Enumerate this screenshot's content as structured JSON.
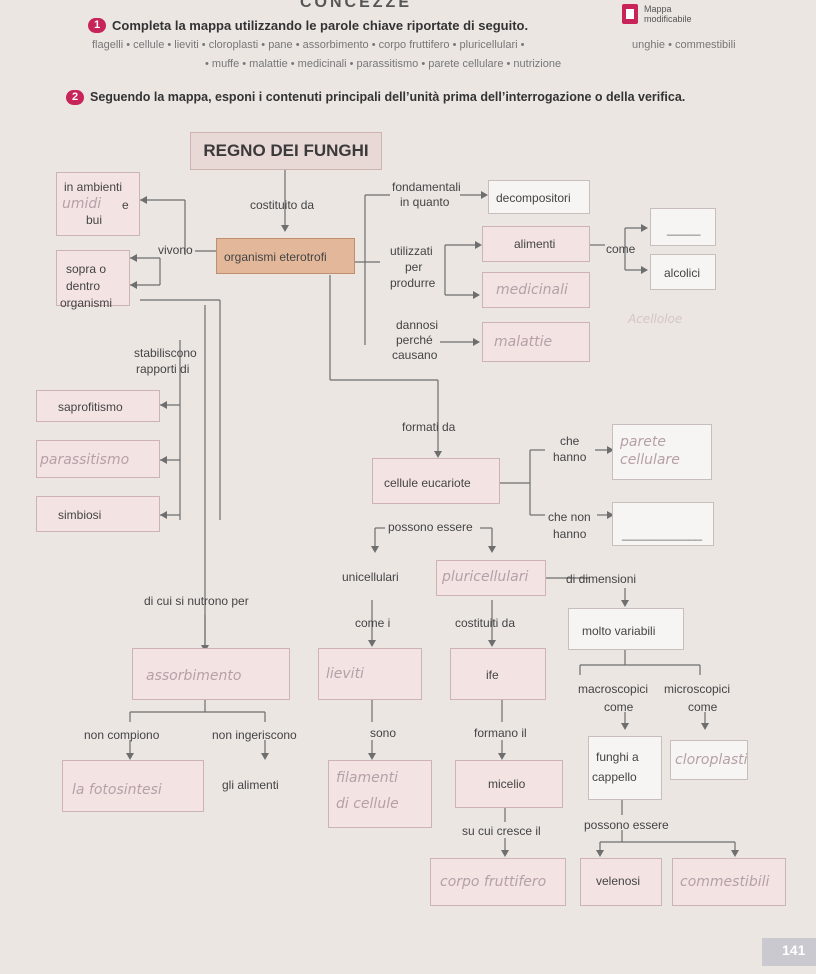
{
  "header": {
    "top_title": "CONCEZZE",
    "badge_text": "Mappa modificabile",
    "page_number": "141",
    "colors": {
      "accent": "#c7245a",
      "map_box": "#f3e3e2",
      "brown_box": "#e3b89a"
    }
  },
  "exercise1": {
    "number": "1",
    "instruction": "Completa la mappa utilizzando le parole chiave riportate di seguito.",
    "keywords_line1": "flagelli • cellule • lieviti • cloroplasti • pane • assorbimento • corpo fruttifero • pluricellulari •",
    "keywords_line1_tail": "unghie • commestibili",
    "keywords_line2": "• muffe • malattie • medicinali • parassitismo • parete cellulare • nutrizione"
  },
  "exercise2": {
    "number": "2",
    "instruction": "Seguendo la mappa, esponi i contenuti principali dell’unità prima dell’interrogazione o della verifica."
  },
  "map": {
    "title": "REGNO DEI FUNGHI",
    "habitat": {
      "line1": "in ambienti",
      "handwritten": "umidi",
      "e": "e",
      "line3": "bui"
    },
    "costituito_da": "costituito da",
    "vivono": "vivono",
    "sopra": {
      "line1": "sopra o",
      "line2": "dentro",
      "line3": "organismi"
    },
    "organismi_eterotrofi": "organismi eterotrofi",
    "fondamentali": {
      "line1": "fondamentali",
      "line2": "in quanto"
    },
    "decompositori": "decompositori",
    "utilizzati": {
      "line1": "utilizzati",
      "line2": "per",
      "line3": "produrre"
    },
    "alimenti": "alimenti",
    "come": "come",
    "alcolici": "alcolici",
    "medicinali_hw": "medicinali",
    "dannosi": {
      "line1": "dannosi",
      "line2": "perché",
      "line3": "causano"
    },
    "malattie_hw": "malattie",
    "stabiliscono": {
      "line1": "stabiliscono",
      "line2": "rapporti di"
    },
    "saprofitismo": "saprofitismo",
    "parassitismo_hw": "parassitismo",
    "simbiosi": "simbiosi",
    "formati_da": "formati da",
    "che_hanno": {
      "line1": "che",
      "line2": "hanno"
    },
    "parete_hw": {
      "line1": "parete",
      "line2": "cellulare"
    },
    "cellule_eucariote": "cellule eucariote",
    "che_non_hanno": {
      "line1": "che non",
      "line2": "hanno"
    },
    "possono_essere": "possono essere",
    "unicellulari": "unicellulari",
    "pluricellulari_hw": "pluricellulari",
    "di_dimensioni": "di dimensioni",
    "di_cui_si_nutrono_per": "di cui si nutrono per",
    "come_i": "come i",
    "costituiti_da": "costituiti da",
    "molto_variabili": "molto variabili",
    "assorbimento_hw": "assorbimento",
    "lieviti_hw": "lieviti",
    "ife": "ife",
    "macroscopici": "macroscopici",
    "microscopici": "microscopici",
    "come_macro": "come",
    "come_micro": "come",
    "non_compiono": "non compiono",
    "non_ingeriscono": "non ingeriscono",
    "sono": "sono",
    "formano_il": "formano il",
    "fotosintesi_hw": "la fotosintesi",
    "gli_alimenti": "gli alimenti",
    "filamenti_hw": {
      "line1": "filamenti",
      "line2": "di cellule"
    },
    "micelio": "micelio",
    "funghi_a": {
      "line1": "funghi a",
      "line2": "cappello"
    },
    "cloroplasti_hw": "cloroplasti",
    "su_cui_cresce_il": "su cui cresce il",
    "possono_essere_2": "possono essere",
    "corpo_fruttifero_hw": "corpo fruttifero",
    "velenosi": "velenosi",
    "commestibili_hw": "commestibili",
    "faded_right": "Acelloloe"
  }
}
